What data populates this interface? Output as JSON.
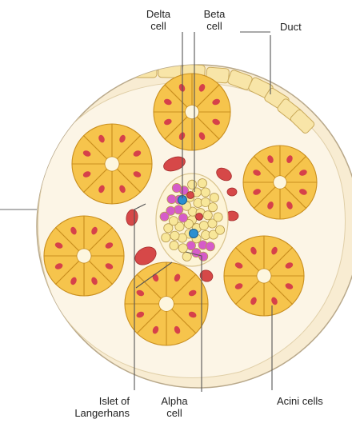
{
  "labels": {
    "delta": "Delta\ncell",
    "beta": "Beta\ncell",
    "duct": "Duct",
    "islet": "Islet of\nLangerhans",
    "alpha": "Alpha\ncell",
    "acini": "Acini cells"
  },
  "colors": {
    "background": "#f7ecd3",
    "tissue": "#fbf3e1",
    "acinus_fill": "#f6c44c",
    "acinus_stroke": "#c98f1f",
    "nucleus": "#d6414a",
    "alpha_cell": "#d65cc9",
    "beta_cell": "#f8e79a",
    "delta_cell": "#2c8fd0",
    "red_blood_cell": "#d64848",
    "duct": "#f8e5a8"
  }
}
